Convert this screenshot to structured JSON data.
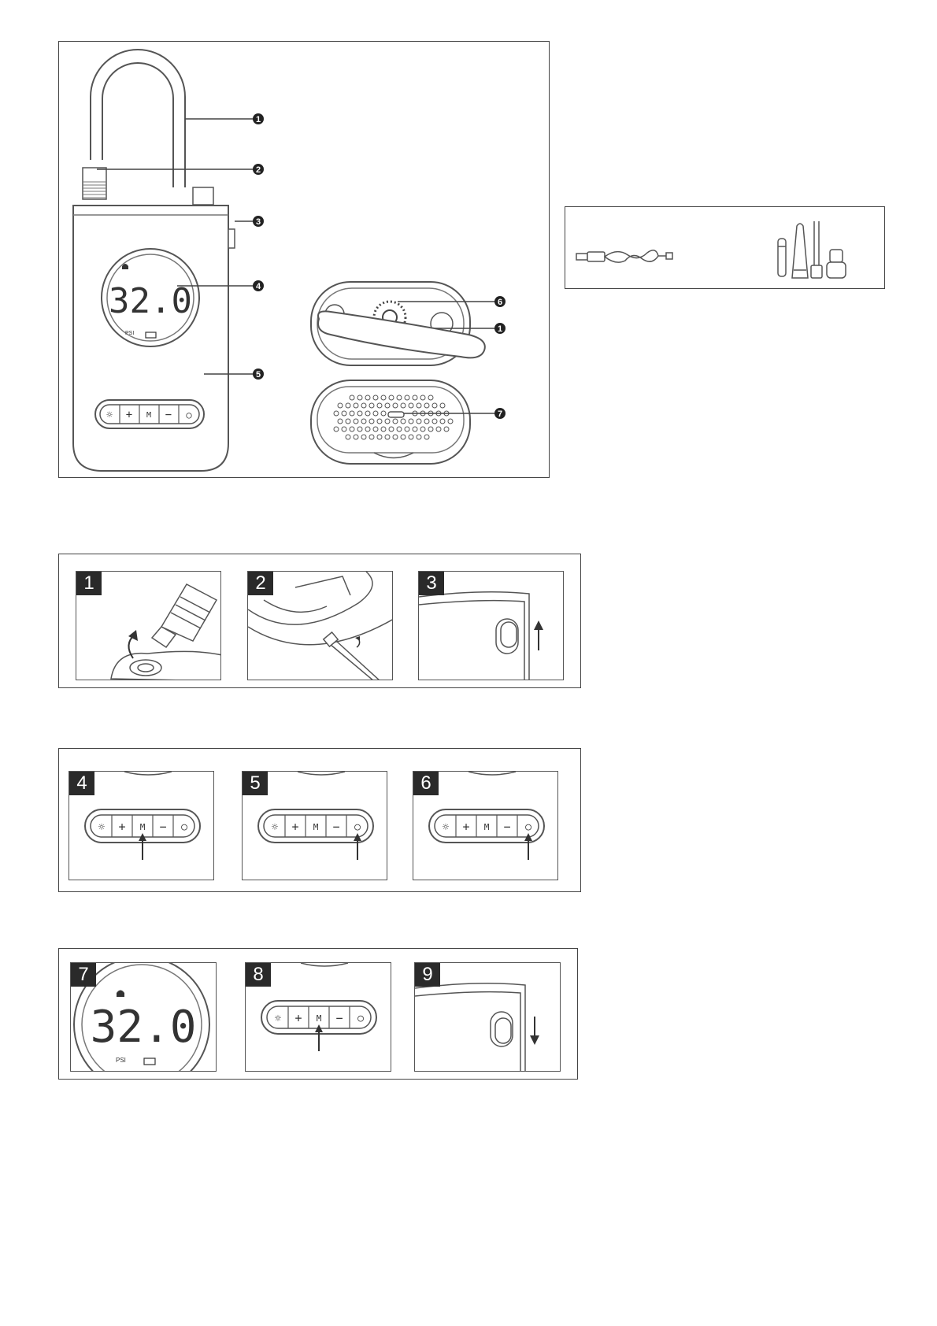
{
  "diagram": {
    "callouts": [
      "1",
      "2",
      "3",
      "4",
      "5",
      "6",
      "1",
      "7"
    ],
    "display": {
      "reading": "32.0",
      "unit": "PSI"
    },
    "keypad": {
      "light": "☼",
      "plus": "+",
      "mode": "M",
      "minus": "−",
      "power": "○"
    }
  },
  "steps": {
    "row1": [
      "1",
      "2",
      "3"
    ],
    "row2": [
      "4",
      "5",
      "6"
    ],
    "row3": [
      "7",
      "8",
      "9"
    ]
  }
}
